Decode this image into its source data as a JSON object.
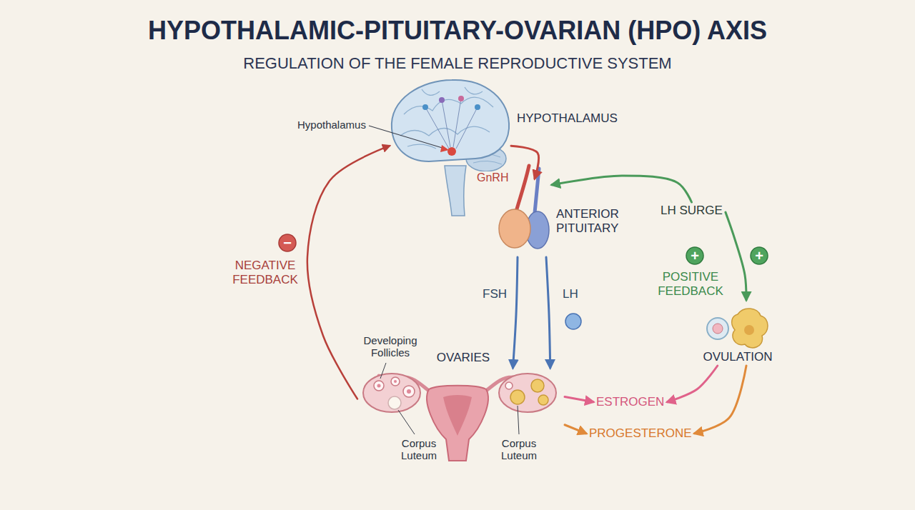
{
  "diagram": {
    "title": "HYPOTHALAMIC-PITUITARY-OVARIAN (HPO) AXIS",
    "nodes": [
      {
        "text": [
          "HYPOTHALAMUS"
        ]
      },
      {
        "text": [
          "ANTERIOR PITUITARY"
        ]
      },
      {
        "text": [
          "OVARIES"
        ]
      },
      {
        "text": [
          "LH SURGE"
        ]
      },
      {
        "text": [
          "OVULATION"
        ]
      },
      {
        "text": [
          "ESTROGEN"
        ]
      },
      {
        "text": [
          "PROGESTERONE"
        ]
      }
    ],
    "edges": [
      {
        "from": 0,
        "to": 1,
        "label": "GnRH",
        "arrow": "to"
      },
      {
        "from": 1,
        "to": 2,
        "label": "FSH",
        "arrow": "to"
      },
      {
        "from": 1,
        "to": 2,
        "label": "LH",
        "arrow": "to"
      },
      {
        "from": 2,
        "to": 0,
        "label": "NEGATIVE FEEDBACK",
        "arrow": "to"
      },
      {
        "from": 3,
        "to": 1,
        "arrow": "to"
      },
      {
        "from": 3,
        "to": 4,
        "arrow": "to"
      },
      {
        "from": 2,
        "to": 5,
        "arrow": "to"
      },
      {
        "from": 2,
        "to": 6,
        "arrow": "to"
      },
      {
        "from": 4,
        "to": 5,
        "arrow": "to"
      },
      {
        "from": 4,
        "to": 6,
        "arrow": "to"
      }
    ],
    "labels": [
      "REGULATION OF THE FEMALE REPRODUCTIVE SYSTEM",
      "Hypothalamus",
      "−",
      "+",
      "+",
      "POSITIVE FEEDBACK",
      "Developing Follicles",
      "Corpus Luteum",
      "Corpus Luteum"
    ]
  }
}
